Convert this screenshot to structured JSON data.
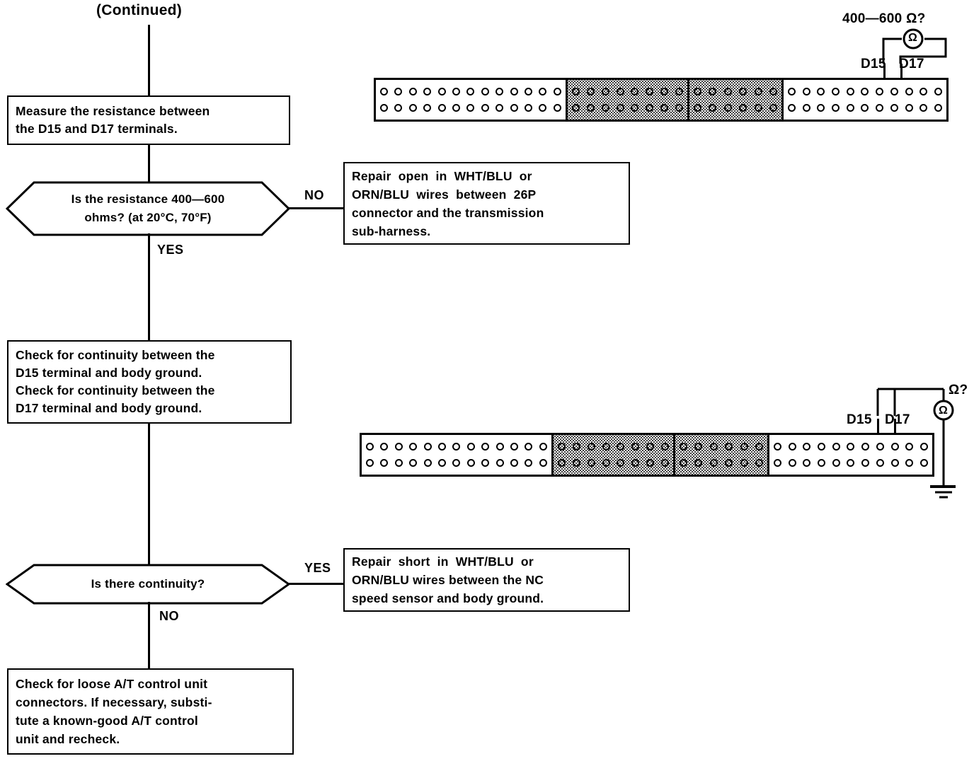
{
  "title": "(Continued)",
  "flow": {
    "step1": {
      "kind": "process",
      "lines": [
        "Measure the resistance between",
        "the D15 and D17 terminals."
      ]
    },
    "decision1": {
      "kind": "decision",
      "lines": [
        "Is the resistance 400—600",
        "ohms? (at 20°C, 70°F)"
      ],
      "branch_no": "NO",
      "branch_yes": "YES"
    },
    "repair1": {
      "kind": "process-bold",
      "lines": [
        "Repair  open  in  WHT/BLU  or",
        "ORN/BLU  wires  between  26P",
        "connector and the transmission",
        "sub-harness."
      ]
    },
    "step2": {
      "kind": "process",
      "lines": [
        "Check for continuity between the",
        "D15 terminal and body ground.",
        "Check for continuity between the",
        "D17 terminal and body ground."
      ]
    },
    "decision2": {
      "kind": "decision",
      "lines": [
        "Is there continuity?"
      ],
      "branch_yes": "YES",
      "branch_no": "NO"
    },
    "repair2": {
      "kind": "process-bold",
      "lines": [
        "Repair  short  in  WHT/BLU  or",
        "ORN/BLU wires between the NC",
        "speed sensor and body ground."
      ]
    },
    "final": {
      "kind": "process-bold",
      "lines": [
        "Check for loose A/T control unit",
        "connectors. If necessary, substi-",
        "tute a known-good A/T control",
        "unit and recheck."
      ]
    }
  },
  "diagram_top": {
    "measurement_label": "400—600 Ω?",
    "meter_symbol": "Ω",
    "terminal_left": "D15",
    "terminal_right": "D17",
    "connector": {
      "segments": [
        {
          "shaded": false,
          "pins_per_row": 13
        },
        {
          "shaded": true,
          "pins_per_row": 8
        },
        {
          "shaded": true,
          "pins_per_row": 6
        },
        {
          "shaded": false,
          "pins_per_row": 11
        }
      ],
      "rows": 2
    }
  },
  "diagram_bottom": {
    "measurement_label": "Ω?",
    "meter_symbol": "Ω",
    "terminal_left": "D15",
    "terminal_right": "D17",
    "ground_symbol": "earth-ground",
    "connector": {
      "segments": [
        {
          "shaded": false,
          "pins_per_row": 13
        },
        {
          "shaded": true,
          "pins_per_row": 8
        },
        {
          "shaded": true,
          "pins_per_row": 6
        },
        {
          "shaded": false,
          "pins_per_row": 11
        }
      ],
      "rows": 2
    }
  },
  "colors": {
    "ink": "#000000",
    "paper": "#ffffff"
  }
}
